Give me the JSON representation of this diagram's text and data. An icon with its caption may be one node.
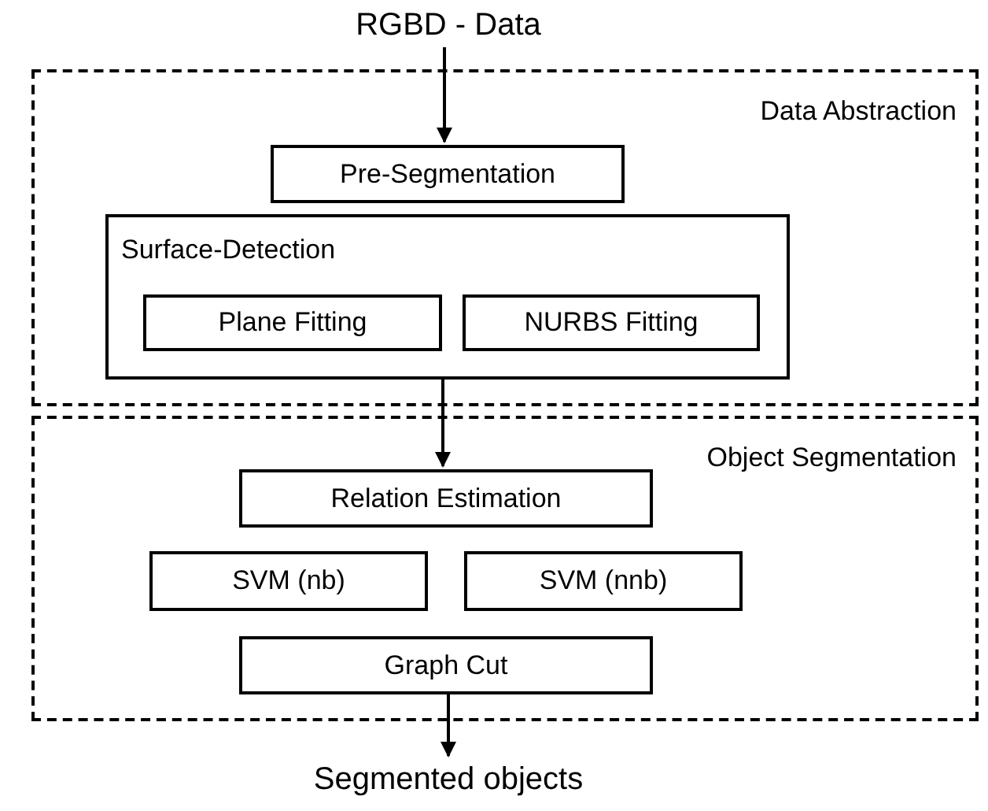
{
  "diagram": {
    "nodes": [
      {
        "text": [
          "RGBD - Data"
        ]
      },
      {
        "text": [
          "Data Abstraction"
        ]
      },
      {
        "text": [
          "Pre-Segmentation"
        ],
        "in": 1
      },
      {
        "text": [
          "Surface-Detection"
        ],
        "in": 1
      },
      {
        "text": [
          "Plane Fitting"
        ],
        "in": 3
      },
      {
        "text": [
          "NURBS Fitting"
        ],
        "in": 3
      },
      {
        "text": [
          "Object Segmentation"
        ]
      },
      {
        "text": [
          "Relation Estimation"
        ],
        "in": 6
      },
      {
        "text": [
          "SVM (nb)"
        ],
        "in": 6
      },
      {
        "text": [
          "SVM (nnb)"
        ],
        "in": 6
      },
      {
        "text": [
          "Graph Cut"
        ],
        "in": 6
      },
      {
        "text": [
          "Segmented objects"
        ]
      }
    ],
    "edges": [
      {
        "from": 0,
        "to": 2,
        "arrow": "to"
      },
      {
        "from": 3,
        "to": 7,
        "arrow": "to"
      },
      {
        "from": 10,
        "to": 11,
        "arrow": "to"
      }
    ]
  }
}
